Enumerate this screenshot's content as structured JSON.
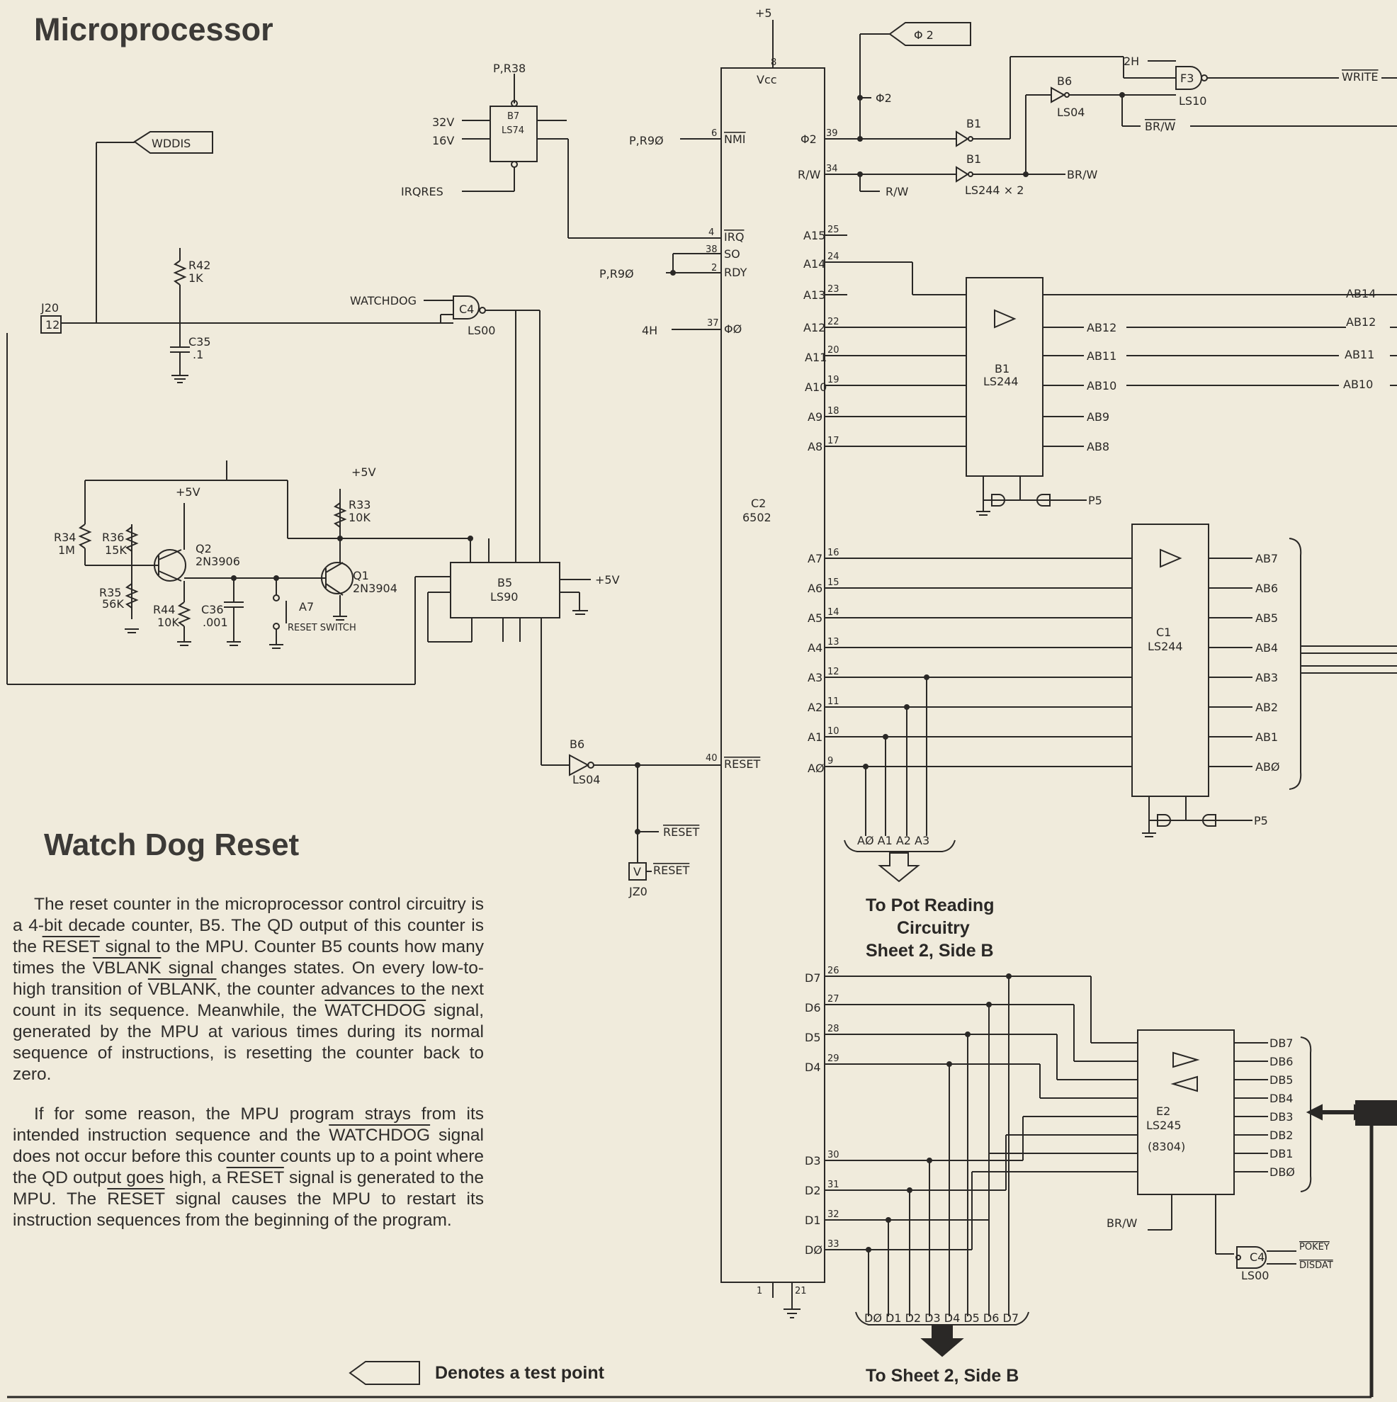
{
  "titles": {
    "main": "Microprocessor",
    "section": "Watch Dog Reset"
  },
  "body": {
    "p1_prefix": "The reset counter in the microprocessor control circuitry is a 4-bit decade counter, B5. The QD output of this counter is the ",
    "p1_reset": "RESET",
    "p1_mid1": " signal to the MPU. Counter B5 counts how many times the ",
    "p1_vblank": "VBLANK",
    "p1_mid2": " signal changes states. On every low-to-high transition of ",
    "p1_vblank2": "VBLANK",
    "p1_mid3": ", the counter advances to the next count in its sequence. Meanwhile, the ",
    "p1_watchdog": "WATCHDOG",
    "p1_suffix": " signal, generated by the MPU at various times during its normal sequence of instructions, is resetting the counter back to zero.",
    "p2_prefix": "If for some reason, the MPU program strays from its intended instruction sequence and the ",
    "p2_watchdog": "WATCHDOG",
    "p2_mid": " signal does not occur before this counter counts up to a point where the QD output goes high, a ",
    "p2_reset": "RESET",
    "p2_mid2": " signal is generated to the MPU. The ",
    "p2_reset2": "RESET",
    "p2_suffix": " signal causes the MPU to restart its instruction sequences from the beginning of the program."
  },
  "legend": {
    "test_point": "Denotes a test point"
  },
  "captions": {
    "pot_line1": "To Pot Reading",
    "pot_line2": "Circuitry",
    "pot_line3": "Sheet 2, Side B",
    "sheet2": "To Sheet 2, Side B"
  },
  "test_points": {
    "wddis": "WDDIS",
    "phi2": "Φ 2"
  },
  "cpu": {
    "ref": "C2",
    "part": "6502",
    "vcc": "Vcc",
    "plus5": "+5"
  },
  "addr_lo": [
    "AB7",
    "AB6",
    "AB5",
    "AB4",
    "AB3",
    "AB2",
    "AB1",
    "ABØ"
  ],
  "addr_hi_right": [
    "AB14",
    "AB12",
    "AB11",
    "AB10"
  ],
  "addr_hi_mid": [
    "AB12",
    "AB11",
    "AB10",
    "AB9",
    "AB8"
  ],
  "data_bus": [
    "DB7",
    "DB6",
    "DB5",
    "DB4",
    "DB3",
    "DB2",
    "DB1",
    "DBØ"
  ],
  "bus_groups": {
    "pot": "AØ A1 A2 A3",
    "data": "DØ D1 D2 D3 D4 D5 D6 D7"
  },
  "signals": {
    "write": "WRITE",
    "br_w": "BR/W",
    "r_w": "R/W",
    "reset": "RESET",
    "watchdog": "WATCHDOG",
    "irqres": "IRQRES",
    "pokey": "POKEY",
    "disdat": "DISDAT",
    "prefix_pr90": "P,R9Ø",
    "prefix_pr38": "P,R38",
    "h2": "2H",
    "h4": "4H",
    "p5": "P5",
    "v32": "32V",
    "v16": "16V",
    "j20": "J20",
    "jz0": "JZ0",
    "j20_pin": "12",
    "jz0_pin": "V"
  },
  "parts": {
    "r42": "R42",
    "r42v": "1K",
    "c35": "C35",
    "c35v": ".1",
    "r33": "R33",
    "r33v": "10K",
    "r34": "R34",
    "r34v": "1M",
    "r36": "R36",
    "r36v": "15K",
    "r35": "R35",
    "r35v": "56K",
    "r44": "R44",
    "r44v": "10K",
    "c36": "C36",
    "c36v": ".001",
    "q1": "Q1",
    "q1p": "2N3904",
    "q2": "Q2",
    "q2p": "2N3906",
    "a7": "A7",
    "reset_switch": "RESET SWITCH",
    "b1": "B1",
    "ls244": "LS244",
    "c1": "C1",
    "b5": "B5",
    "ls90": "LS90",
    "b7": "B7",
    "ls74": "LS74",
    "e2": "E2",
    "ls245": "LS245",
    "p8304": "(8304)",
    "c4": "C4",
    "ls00": "LS00",
    "b6": "B6",
    "ls04": "LS04",
    "f3": "F3",
    "ls10": "LS10",
    "ls244x2": "LS244 × 2"
  }
}
